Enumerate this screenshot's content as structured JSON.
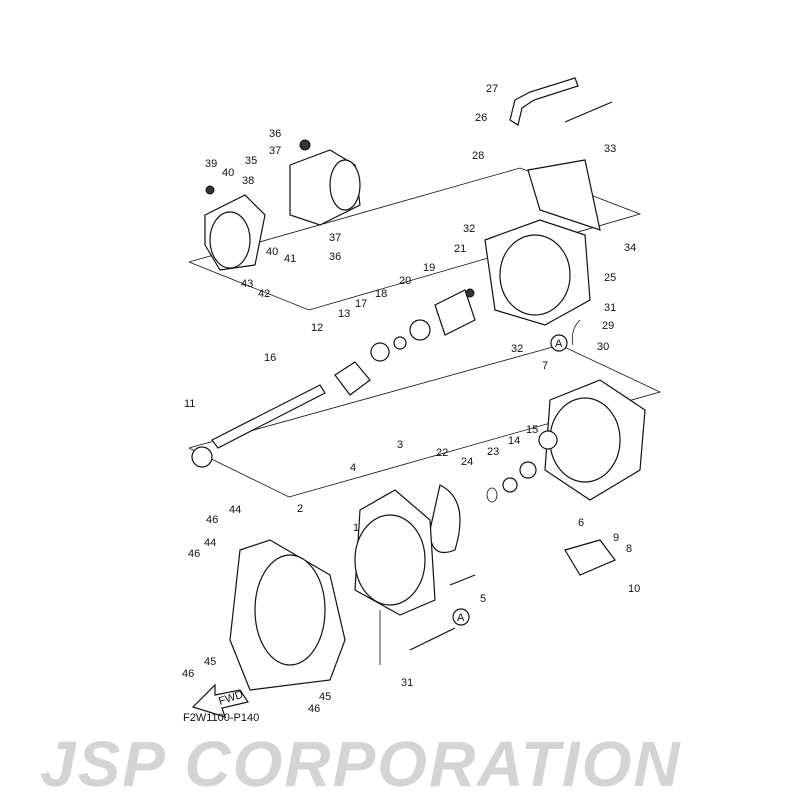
{
  "diagram": {
    "watermark": "JSP CORPORATION",
    "drawing_code": "F2W1100-P140",
    "fwd_label": "FWD",
    "callouts": [
      "27",
      "26",
      "33",
      "28",
      "36",
      "37",
      "35",
      "39",
      "40",
      "38",
      "34",
      "32",
      "21",
      "25",
      "20",
      "19",
      "18",
      "17",
      "13",
      "12",
      "31",
      "29",
      "30",
      "32",
      "37",
      "36",
      "40",
      "41",
      "43",
      "42",
      "16",
      "7",
      "11",
      "3",
      "15",
      "14",
      "23",
      "22",
      "24",
      "4",
      "2",
      "1",
      "44",
      "46",
      "44",
      "46",
      "9",
      "8",
      "6",
      "5",
      "10",
      "45",
      "46",
      "31",
      "45",
      "46"
    ],
    "reference_marks": [
      "A",
      "A"
    ]
  }
}
